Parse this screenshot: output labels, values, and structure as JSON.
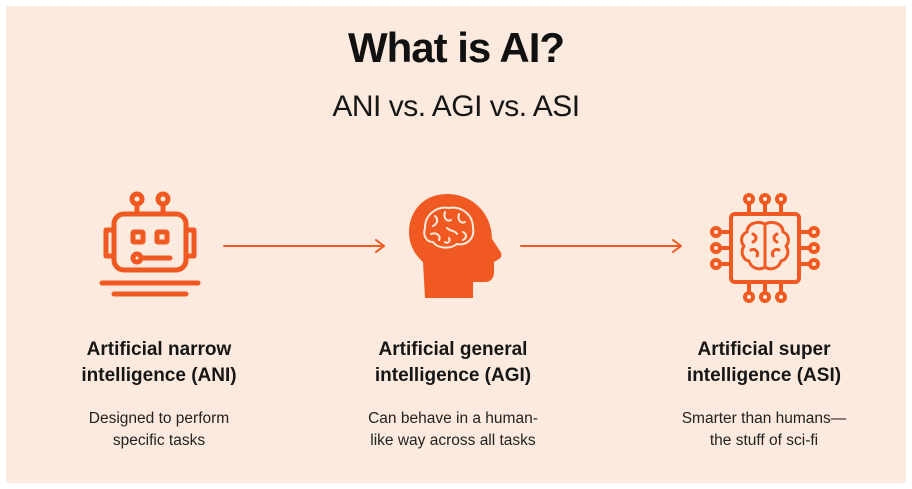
{
  "title": "What is AI?",
  "subtitle": "ANI vs. AGI vs. ASI",
  "colors": {
    "background": "#fbeadd",
    "accent": "#f05a22",
    "text": "#161616"
  },
  "stages": [
    {
      "icon": "robot-icon",
      "title_lines": [
        "Artificial narrow",
        "intelligence (ANI)"
      ],
      "desc_lines": [
        "Designed to perform",
        "specific tasks"
      ]
    },
    {
      "icon": "human-head-brain-icon",
      "title_lines": [
        "Artificial general",
        "intelligence (AGI)"
      ],
      "desc_lines": [
        "Can behave in a human-",
        "like way across all tasks"
      ]
    },
    {
      "icon": "brain-chip-icon",
      "title_lines": [
        "Artificial super",
        "intelligence (ASI)"
      ],
      "desc_lines": [
        "Smarter than humans—",
        "the stuff of sci-fi"
      ]
    }
  ]
}
